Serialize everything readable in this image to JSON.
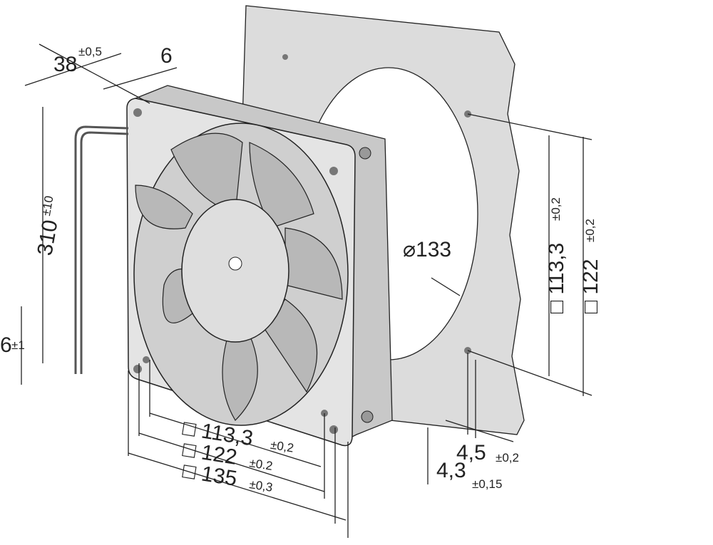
{
  "colors": {
    "panel": "#dcdcdc",
    "fan": "#d6d6d6",
    "blade": "#b9b9b9",
    "line": "#222222"
  },
  "labels": {
    "depth": {
      "value": "38",
      "tol": "±0,5"
    },
    "flange": {
      "value": "6"
    },
    "cable": {
      "value": "310",
      "tol": "±10"
    },
    "strip": {
      "value": "6",
      "tol": "±1"
    },
    "opening": {
      "value": "⌀133"
    },
    "hole_pitch_bottom": {
      "value": "□ 113,3",
      "tol": "±0,2"
    },
    "mount_bottom": {
      "value": "□ 122",
      "tol": "±0.2"
    },
    "size_bottom": {
      "value": "□ 135",
      "tol": "±0,3"
    },
    "hole_dia": {
      "value": "4,5",
      "tol": "±0,2"
    },
    "hole_fan": {
      "value": "4,3",
      "tol": "±0,15"
    },
    "hole_pitch_right": {
      "value": "□ 113,3",
      "tol": "±0,2"
    },
    "mount_right": {
      "value": "□ 122",
      "tol": "±0,2"
    }
  }
}
